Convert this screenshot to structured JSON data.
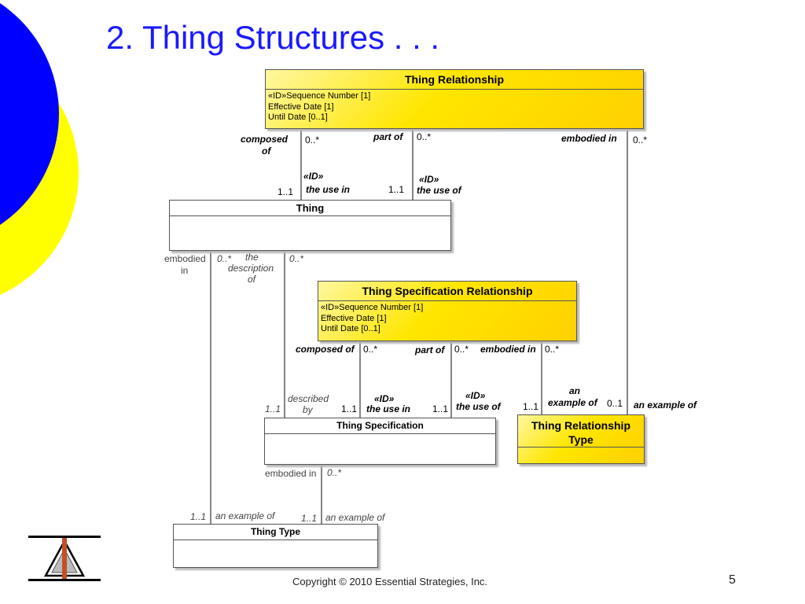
{
  "slide": {
    "title": "2.  Thing Structures . . .",
    "copyright": "Copyright © 2010 Essential Strategies, Inc.",
    "page_number": "5"
  },
  "colors": {
    "title": "#1a1aff",
    "deco_blue": "#0000ff",
    "deco_yellow": "#ffff00",
    "entity_yellow": "#ffe600"
  },
  "entities": {
    "thing_relationship": {
      "name": "Thing Relationship",
      "attributes": [
        "«ID»Sequence Number [1]",
        "Effective Date [1]",
        "Until Date [0..1]"
      ]
    },
    "thing": {
      "name": "Thing"
    },
    "thing_spec_relationship": {
      "name": "Thing Specification Relationship",
      "attributes": [
        "«ID»Sequence Number [1]",
        "Effective Date [1]",
        "Until Date [0..1]"
      ]
    },
    "thing_specification": {
      "name": "Thing Specification"
    },
    "thing_relationship_type": {
      "name_line1": "Thing Relationship",
      "name_line2": "Type"
    },
    "thing_type": {
      "name": "Thing Type"
    }
  },
  "labels": {
    "composed": "composed",
    "of": "of",
    "zero_many_1": "0..*",
    "part_of": "part of",
    "zero_many_2": "0..*",
    "embodied_in": "embodied in",
    "zero_many_3": "0..*",
    "id_1": "«ID»",
    "the_use_in": "the use in",
    "one_one_1": "1..1",
    "one_one_2": "1..1",
    "id_2": "«ID»",
    "the_use_of": "the use of",
    "embodied": "embodied",
    "in": "in",
    "zero_many_4": "0..*",
    "the": "the",
    "description": "description",
    "of2": "of",
    "zero_many_5": "0..*",
    "sr_composed_of": "composed of",
    "sr_zero_many_1": "0..*",
    "sr_part_of": "part of",
    "sr_zero_many_2": "0..*",
    "sr_embodied_in": "embodied in",
    "sr_zero_many_3": "0..*",
    "described": "described",
    "by": "by",
    "one_one_3": "1..1",
    "one_one_4": "1..1",
    "id_3": "«ID»",
    "sr_the_use_in": "the use in",
    "one_one_5": "1..1",
    "id_4": "«ID»",
    "sr_the_use_of": "the use of",
    "one_one_6": "1..1",
    "an": "an",
    "example_of": "example of",
    "zero_one": "0..1",
    "an_example_of_1": "an example of",
    "ts_embodied_in": "embodied in",
    "zero_many_6": "0..*",
    "one_one_7": "1..1",
    "an_example_of_2": "an example of",
    "one_one_8": "1..1",
    "an_example_of_3": "an example of"
  }
}
